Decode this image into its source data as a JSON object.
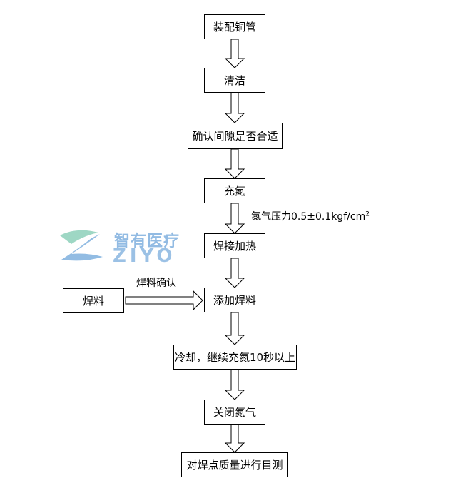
{
  "steps": [
    "装配铜管",
    "清洁",
    "确认间隙是否合适",
    "充氮",
    "焊接加热",
    "添加焊料",
    "冷却，继续充氮10秒以上",
    "关闭氮气",
    "对焊点质量进行目测"
  ],
  "side_input": "焊料",
  "side_arrow_label": "焊料确认",
  "annotation": "氮气压力0.5±0.1kgf/cm",
  "annotation_sup": "2",
  "watermark": {
    "cn": "智有医疗",
    "en": "ZIYO"
  },
  "colors": {
    "line": "#000000",
    "wm_green": "#7ec9b0",
    "wm_blue": "#4a8fd1"
  }
}
